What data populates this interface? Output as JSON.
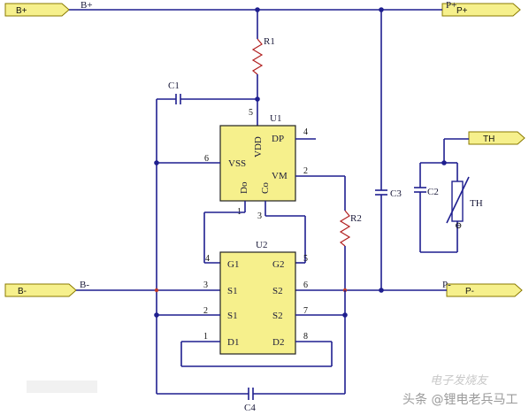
{
  "ports": {
    "b_plus": "B+",
    "b_minus": "B-",
    "p_plus": "P+",
    "p_minus": "P-",
    "th": "TH"
  },
  "net_labels": {
    "b_plus": "B+",
    "b_minus": "B-",
    "p_plus": "P+",
    "p_minus": "P-"
  },
  "components": {
    "r1": "R1",
    "r2": "R2",
    "c1": "C1",
    "c2": "C2",
    "c3": "C3",
    "c4": "C4",
    "th": "TH",
    "u1": "U1",
    "u2": "U2"
  },
  "u1": {
    "vdd": "VDD",
    "vss": "VSS",
    "dp": "DP",
    "vm": "VM",
    "do": "Do",
    "co": "Co",
    "pins": {
      "vdd": "5",
      "vss": "6",
      "dp": "4",
      "vm": "2",
      "do": "1",
      "co": "3"
    }
  },
  "u2": {
    "g1": "G1",
    "g2": "G2",
    "s1a": "S1",
    "s1b": "S1",
    "s2a": "S2",
    "s2b": "S2",
    "d1": "D1",
    "d2": "D2",
    "pins": {
      "g1": "4",
      "g2": "5",
      "s1a": "3",
      "s1b": "2",
      "s2a": "6",
      "s2b": "7",
      "d1": "1",
      "d2": "8"
    }
  },
  "watermark": {
    "line1": "电子发烧友",
    "line2": "头条 @锂电老兵马工"
  },
  "colors": {
    "wire": "#1f1f8f",
    "ic_fill": "#f6f08c",
    "resistor": "#b22222"
  }
}
